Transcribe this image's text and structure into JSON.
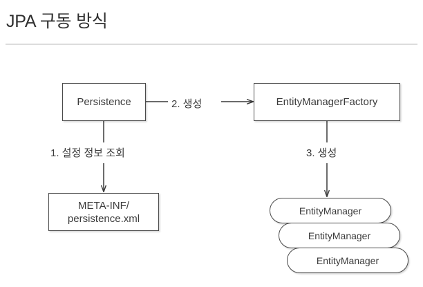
{
  "slide": {
    "title": "JPA 구동 방식",
    "background_color": "#ffffff",
    "divider_color": "#dcdcdc",
    "text_color": "#3b3b3b",
    "stroke_color": "#4a4a4a"
  },
  "diagram": {
    "type": "flow",
    "nodes": [
      {
        "id": "persistence",
        "label": "Persistence",
        "shape": "rect"
      },
      {
        "id": "emf",
        "label": "EntityManagerFactory",
        "shape": "rect"
      },
      {
        "id": "metainf",
        "label": "META-INF/\npersistence.xml",
        "shape": "rect"
      },
      {
        "id": "em1",
        "label": "EntityManager",
        "shape": "pill"
      },
      {
        "id": "em2",
        "label": "EntityManager",
        "shape": "pill"
      },
      {
        "id": "em3",
        "label": "EntityManager",
        "shape": "pill"
      }
    ],
    "edges": [
      {
        "id": "e1",
        "from": "persistence",
        "to": "metainf",
        "label": "1. 설정 정보 조회",
        "direction": "down"
      },
      {
        "id": "e2",
        "from": "persistence",
        "to": "emf",
        "label": "2. 생성",
        "direction": "right"
      },
      {
        "id": "e3",
        "from": "emf",
        "to": "em3",
        "label": "3. 생성",
        "direction": "down"
      }
    ]
  }
}
